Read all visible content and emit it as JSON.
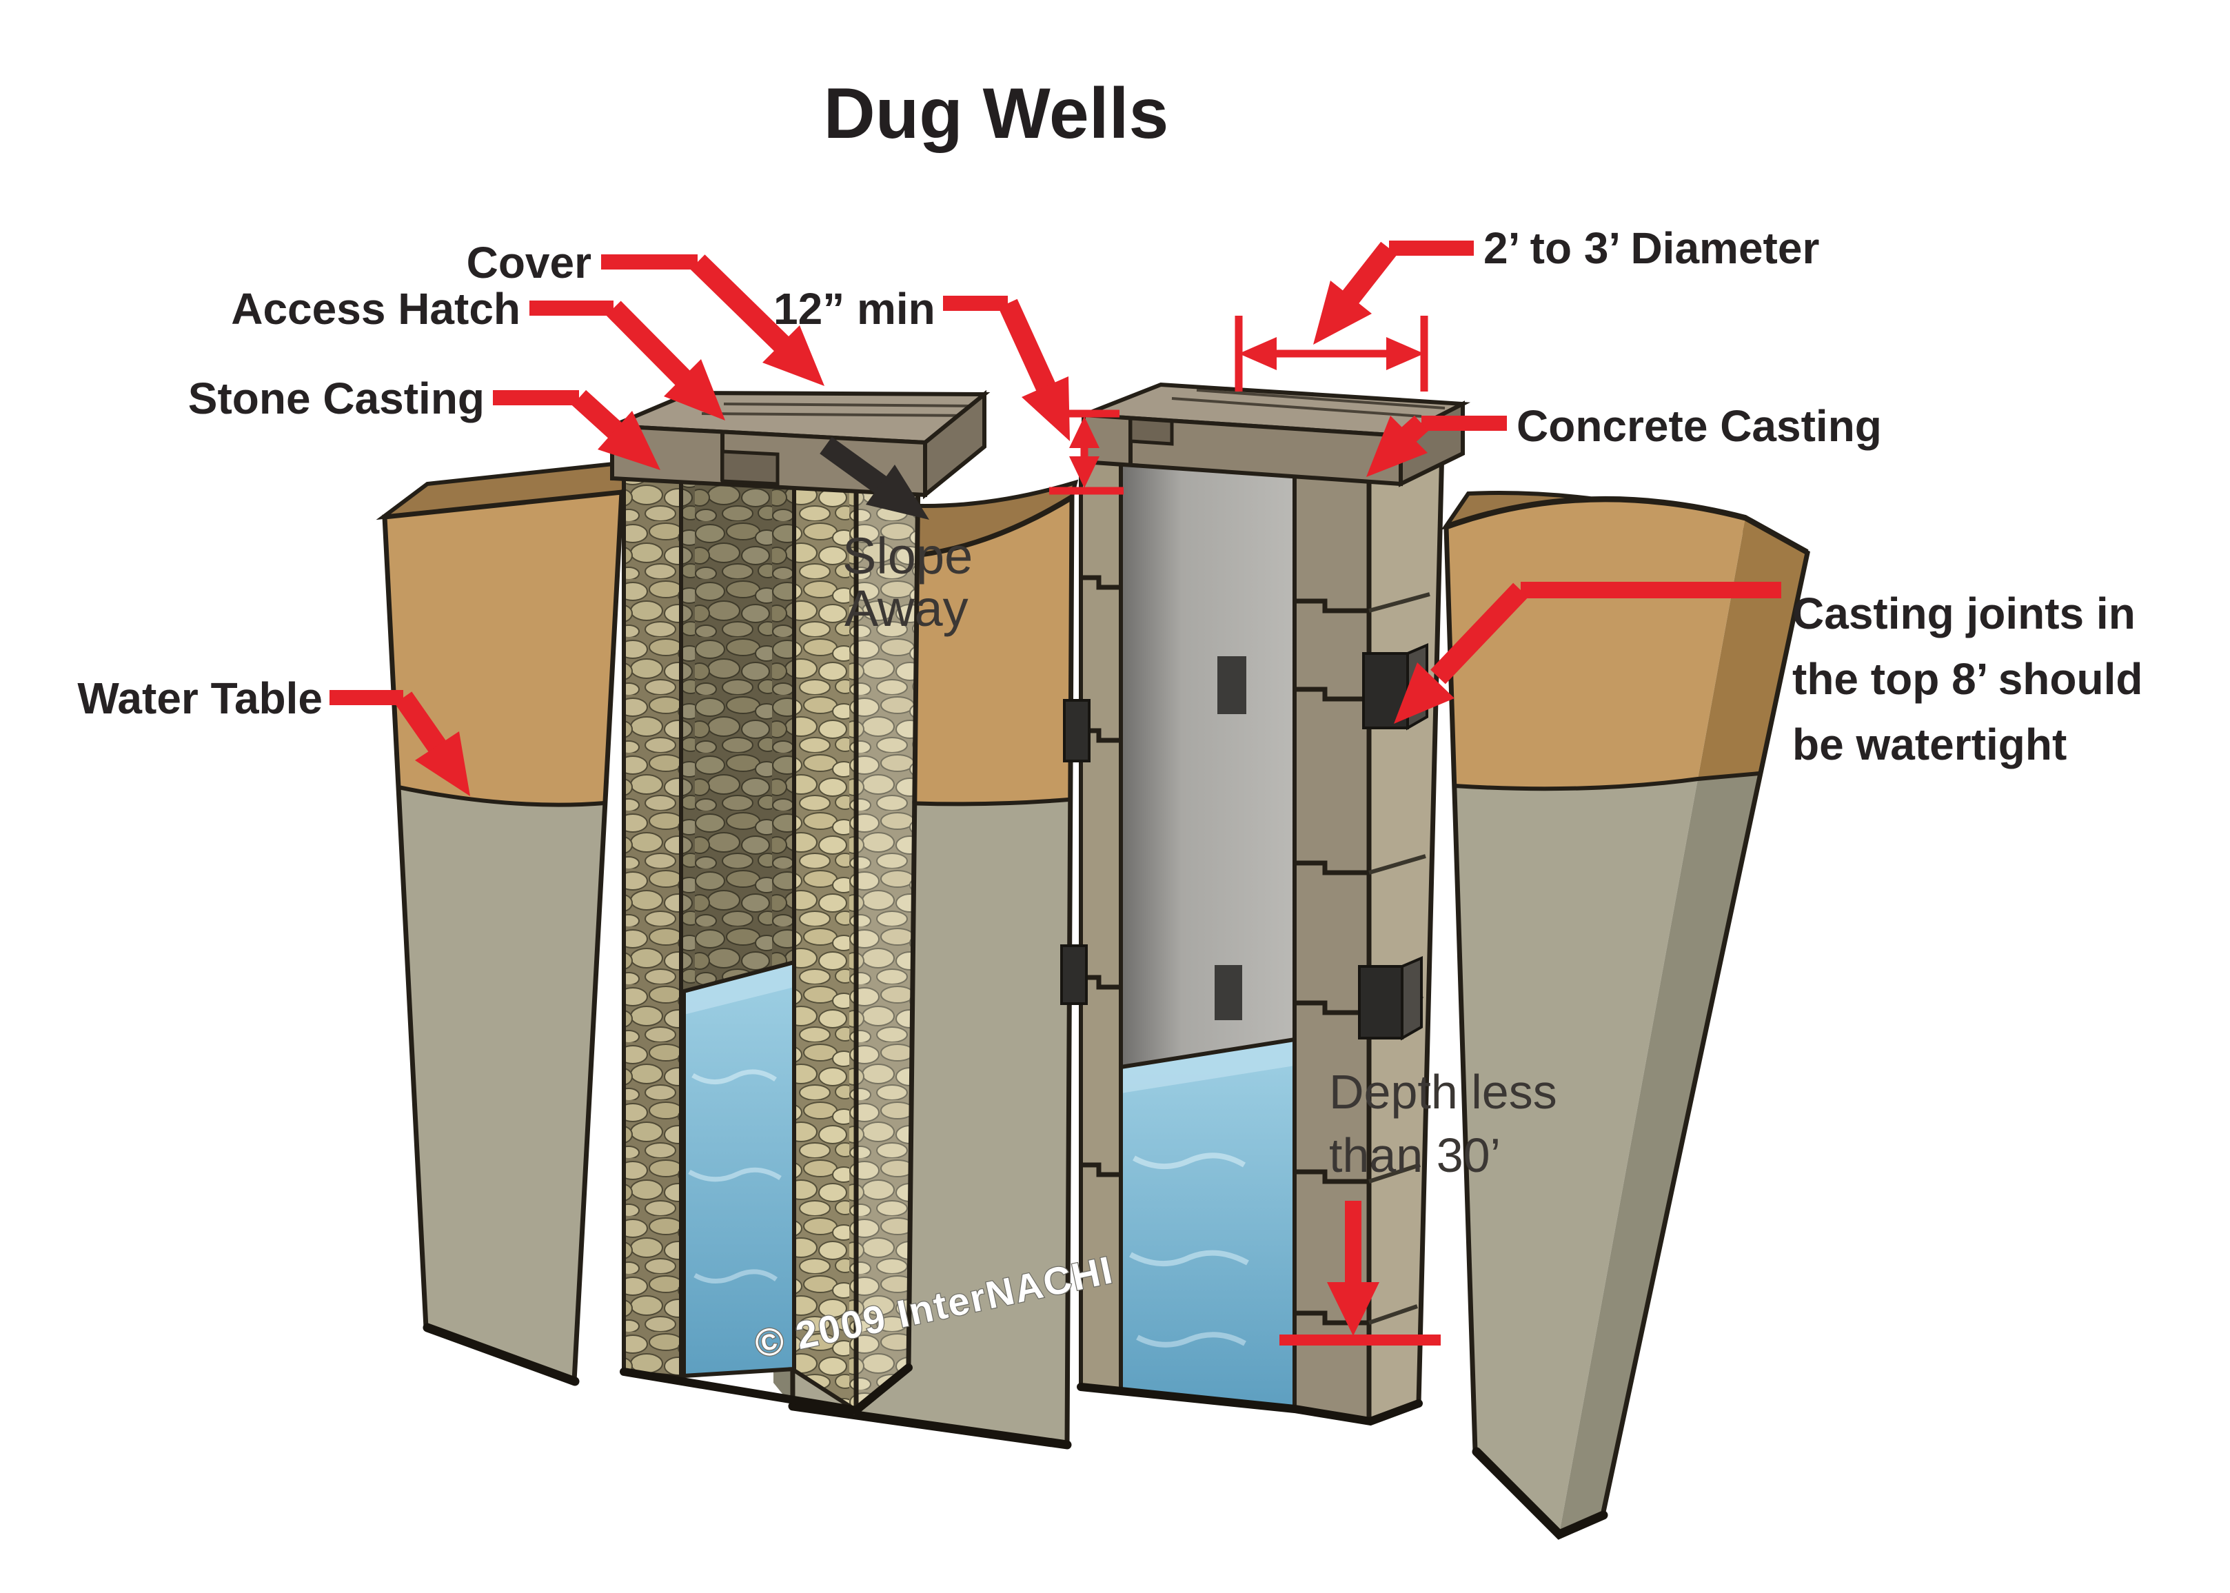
{
  "title": "Dug Wells",
  "labels": {
    "cover": "Cover",
    "access_hatch": "Access Hatch",
    "stone_casting": "Stone Casting",
    "twelve_min": "12” min",
    "diameter": "2’ to 3’ Diameter",
    "concrete_casting": "Concrete Casting",
    "casting_joints": [
      "Casting joints in",
      "the top 8’ should",
      "be watertight"
    ],
    "water_table": "Water Table",
    "slope_away": [
      "Slope",
      "Away"
    ],
    "depth": [
      "Depth less",
      "than 30’"
    ]
  },
  "watermark": "© 2009 InterNACHI",
  "colors": {
    "annotation_red": "#e7222a",
    "label_text": "#262223",
    "soil_tan": "#c49a62",
    "soil_tan_dark": "#9a7748",
    "soil_gray": "#a9a591",
    "soil_gray_dark": "#8f8c79",
    "stone": "#cfc49c",
    "concrete": "#9a907c",
    "water": "#74b4d4",
    "background": "#ffffff"
  }
}
